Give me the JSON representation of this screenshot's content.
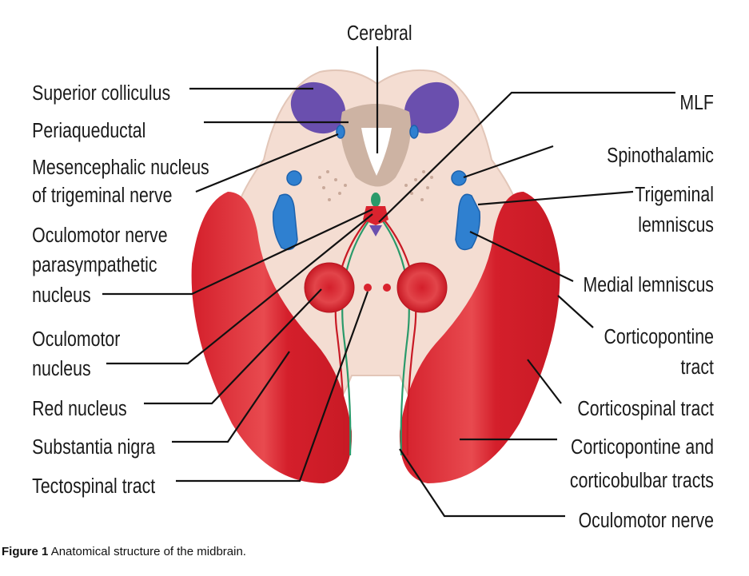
{
  "figure": {
    "top_label": "Cerebral",
    "left_labels": [
      {
        "id": "superior-colliculus",
        "lines": [
          "Superior colliculus"
        ]
      },
      {
        "id": "periaqueductal",
        "lines": [
          "Periaqueductal"
        ]
      },
      {
        "id": "mesencephalic-nucleus",
        "lines": [
          "Mesencephalic nucleus",
          "of trigeminal nerve"
        ]
      },
      {
        "id": "oculomotor-parasympathetic",
        "lines": [
          "Oculomotor nerve",
          "parasympathetic",
          "nucleus"
        ]
      },
      {
        "id": "oculomotor-nucleus",
        "lines": [
          "Oculomotor",
          "nucleus"
        ]
      },
      {
        "id": "red-nucleus",
        "lines": [
          "Red nucleus"
        ]
      },
      {
        "id": "substantia-nigra",
        "lines": [
          "Substantia nigra"
        ]
      },
      {
        "id": "tectospinal-tract",
        "lines": [
          "Tectospinal tract"
        ]
      }
    ],
    "right_labels": [
      {
        "id": "mlf",
        "lines": [
          "MLF"
        ]
      },
      {
        "id": "spinothalamic",
        "lines": [
          "Spinothalamic"
        ]
      },
      {
        "id": "trigeminal-lemniscus",
        "lines": [
          "Trigeminal",
          "lemniscus"
        ]
      },
      {
        "id": "medial-lemniscus",
        "lines": [
          "Medial lemniscus"
        ]
      },
      {
        "id": "corticopontine-tract",
        "lines": [
          "Corticopontine",
          "tract"
        ]
      },
      {
        "id": "corticospinal-tract",
        "lines": [
          "Corticospinal tract"
        ]
      },
      {
        "id": "corticopontine-corticobulbar",
        "lines": [
          "Corticopontine and",
          "corticobulbar tracts"
        ]
      },
      {
        "id": "oculomotor-nerve",
        "lines": [
          "Oculomotor nerve"
        ]
      }
    ],
    "colors": {
      "tissue": "#f4ddd2",
      "colliculus": "#6a4fae",
      "periaqueductal": "#cdb3a3",
      "blue_nuclei": "#2f80d0",
      "red": "#d9232e",
      "green": "#2a9a6a"
    }
  },
  "caption": {
    "label": "Figure 1",
    "text": " Anatomical structure of the midbrain."
  }
}
